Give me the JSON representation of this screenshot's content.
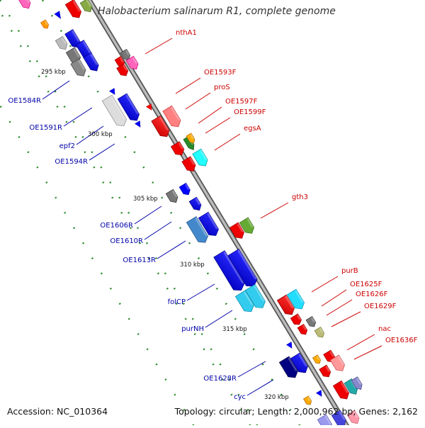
{
  "title": "Halobacterium salinarum R1, complete genome",
  "footer": {
    "accession": "Accession: NC_010364",
    "summary": "Topology: circular; Length: 2,000,962 bp; Genes: 2,162"
  },
  "ruler": [
    {
      "label": "295 kbp"
    },
    {
      "label": "300 kbp"
    },
    {
      "label": "305 kbp"
    },
    {
      "label": "310 kbp"
    },
    {
      "label": "315 kbp"
    },
    {
      "label": "320 kbp"
    }
  ],
  "labels_right": [
    {
      "text": "nthA1"
    },
    {
      "text": "OE1593F"
    },
    {
      "text": "proS"
    },
    {
      "text": "OE1597F"
    },
    {
      "text": "OE1599F"
    },
    {
      "text": "egsA"
    },
    {
      "text": "gth3"
    },
    {
      "text": "purB"
    },
    {
      "text": "OE1625F"
    },
    {
      "text": "OE1626F"
    },
    {
      "text": "OE1629F"
    },
    {
      "text": "nac"
    },
    {
      "text": "OE1636F"
    }
  ],
  "labels_left": [
    {
      "text": "OE1584R"
    },
    {
      "text": "OE1591R"
    },
    {
      "text": "epf2"
    },
    {
      "text": "OE1594R"
    },
    {
      "text": "OE1606R"
    },
    {
      "text": "OE1610R"
    },
    {
      "text": "OE1613R"
    },
    {
      "text": "folCP"
    },
    {
      "text": "purNH"
    },
    {
      "text": "OE1628R"
    },
    {
      "text": "cyc"
    }
  ],
  "colors": {
    "forward_label": "#cc0000",
    "reverse_label": "#0000aa",
    "backbone": "#999999",
    "dots": "#2e8b2e"
  }
}
